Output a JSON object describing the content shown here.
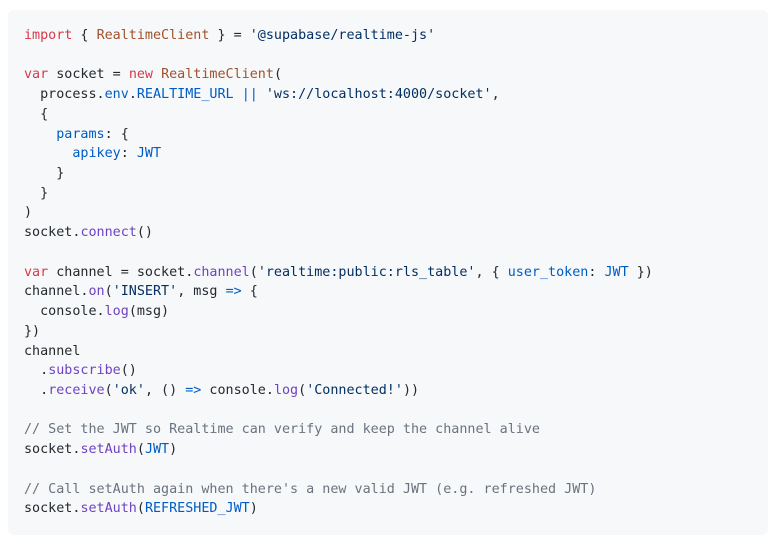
{
  "code_block": {
    "language": "javascript",
    "lines": [
      [
        [
          "keyword",
          "import"
        ],
        [
          "plain",
          " { "
        ],
        [
          "class",
          "RealtimeClient"
        ],
        [
          "plain",
          " } = "
        ],
        [
          "string",
          "'@supabase/realtime-js'"
        ]
      ],
      [],
      [
        [
          "keyword",
          "var"
        ],
        [
          "plain",
          " socket = "
        ],
        [
          "keyword",
          "new"
        ],
        [
          "plain",
          " "
        ],
        [
          "class",
          "RealtimeClient"
        ],
        [
          "plain",
          "("
        ]
      ],
      [
        [
          "plain",
          "  process."
        ],
        [
          "prop",
          "env"
        ],
        [
          "plain",
          "."
        ],
        [
          "prop",
          "REALTIME_URL"
        ],
        [
          "plain",
          " "
        ],
        [
          "prop",
          "||"
        ],
        [
          "plain",
          " "
        ],
        [
          "string",
          "'ws://localhost:4000/socket'"
        ],
        [
          "plain",
          ","
        ]
      ],
      [
        [
          "plain",
          "  {"
        ]
      ],
      [
        [
          "plain",
          "    "
        ],
        [
          "prop",
          "params"
        ],
        [
          "plain",
          ": {"
        ]
      ],
      [
        [
          "plain",
          "      "
        ],
        [
          "prop",
          "apikey"
        ],
        [
          "plain",
          ": "
        ],
        [
          "prop",
          "JWT"
        ]
      ],
      [
        [
          "plain",
          "    }"
        ]
      ],
      [
        [
          "plain",
          "  }"
        ]
      ],
      [
        [
          "plain",
          ")"
        ]
      ],
      [
        [
          "plain",
          "socket."
        ],
        [
          "func",
          "connect"
        ],
        [
          "plain",
          "()"
        ]
      ],
      [],
      [
        [
          "keyword",
          "var"
        ],
        [
          "plain",
          " channel = socket."
        ],
        [
          "func",
          "channel"
        ],
        [
          "plain",
          "("
        ],
        [
          "string",
          "'realtime:public:rls_table'"
        ],
        [
          "plain",
          ", { "
        ],
        [
          "prop",
          "user_token"
        ],
        [
          "plain",
          ": "
        ],
        [
          "prop",
          "JWT"
        ],
        [
          "plain",
          " })"
        ]
      ],
      [
        [
          "plain",
          "channel."
        ],
        [
          "func",
          "on"
        ],
        [
          "plain",
          "("
        ],
        [
          "string",
          "'INSERT'"
        ],
        [
          "plain",
          ", msg "
        ],
        [
          "prop",
          "=>"
        ],
        [
          "plain",
          " {"
        ]
      ],
      [
        [
          "plain",
          "  console."
        ],
        [
          "func",
          "log"
        ],
        [
          "plain",
          "(msg)"
        ]
      ],
      [
        [
          "plain",
          "})"
        ]
      ],
      [
        [
          "plain",
          "channel"
        ]
      ],
      [
        [
          "plain",
          "  ."
        ],
        [
          "func",
          "subscribe"
        ],
        [
          "plain",
          "()"
        ]
      ],
      [
        [
          "plain",
          "  ."
        ],
        [
          "func",
          "receive"
        ],
        [
          "plain",
          "("
        ],
        [
          "string",
          "'ok'"
        ],
        [
          "plain",
          ", () "
        ],
        [
          "prop",
          "=>"
        ],
        [
          "plain",
          " console."
        ],
        [
          "func",
          "log"
        ],
        [
          "plain",
          "("
        ],
        [
          "string",
          "'Connected!'"
        ],
        [
          "plain",
          "))"
        ]
      ],
      [],
      [
        [
          "comment",
          "// Set the JWT so Realtime can verify and keep the channel alive"
        ]
      ],
      [
        [
          "plain",
          "socket."
        ],
        [
          "func",
          "setAuth"
        ],
        [
          "plain",
          "("
        ],
        [
          "prop",
          "JWT"
        ],
        [
          "plain",
          ")"
        ]
      ],
      [],
      [
        [
          "comment",
          "// Call setAuth again when there's a new valid JWT (e.g. refreshed JWT)"
        ]
      ],
      [
        [
          "plain",
          "socket."
        ],
        [
          "func",
          "setAuth"
        ],
        [
          "plain",
          "("
        ],
        [
          "prop",
          "REFRESHED_JWT"
        ],
        [
          "plain",
          ")"
        ]
      ]
    ]
  }
}
